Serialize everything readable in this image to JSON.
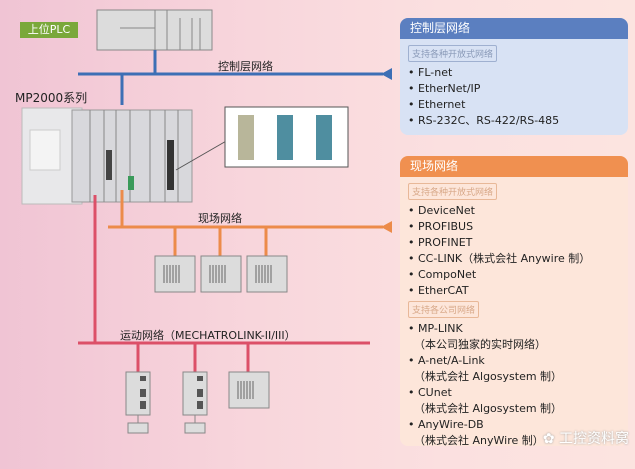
{
  "diagram": {
    "upper_plc": "上位PLC",
    "device_label": "MP2000系列",
    "control_network_label": "控制层网络",
    "field_network_label": "现场网络",
    "motion_network_label": "运动网络（MECHATROLINK-II/III）",
    "colors": {
      "control": "#3d6fb5",
      "field": "#ec8b4a",
      "motion": "#dc5068",
      "plc_badge": "#7aa83a"
    }
  },
  "control_panel": {
    "title": "控制层网络",
    "tag": "支持各种开放式网络",
    "items": [
      "FL-net",
      "EtherNet/IP",
      "Ethernet",
      "RS-232C、RS-422/RS-485"
    ]
  },
  "field_panel": {
    "title": "现场网络",
    "tag_open": "支持各种开放式网络",
    "open_items": [
      "DeviceNet",
      "PROFIBUS",
      "PROFINET",
      "CC-LINK（株式会社 Anywire 制）",
      "CompoNet",
      "EtherCAT"
    ],
    "tag_company": "支持各公司网络",
    "company_items": [
      {
        "name": "MP-LINK",
        "note": "（本公司独家的实时网络）"
      },
      {
        "name": "A-net/A-Link",
        "note": "（株式会社 Algosystem 制）"
      },
      {
        "name": "CUnet",
        "note": "（株式会社 Algosystem 制）"
      },
      {
        "name": "AnyWire-DB",
        "note": "（株式会社 AnyWire 制）"
      }
    ]
  },
  "watermark": "工控资料窝"
}
